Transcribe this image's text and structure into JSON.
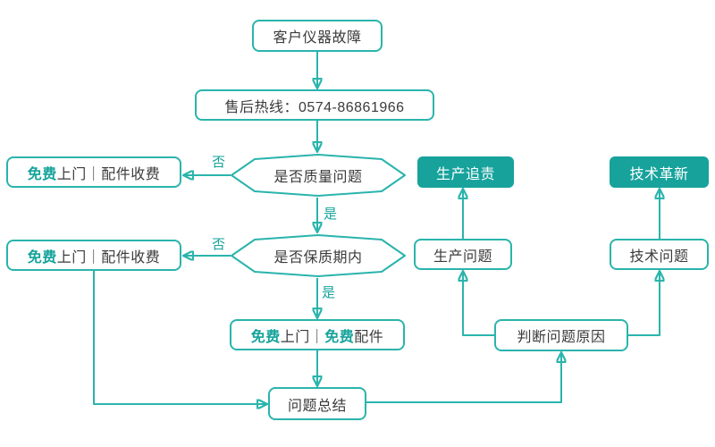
{
  "colors": {
    "line_stroke": "#2ab4ac",
    "filled_node_background": "#17a29c",
    "node_text": "#3b3b3b",
    "accent_text": "#16a39b",
    "background": "#ffffff"
  },
  "nodes": {
    "start": {
      "label": "客户仪器故障"
    },
    "hotline": {
      "label": "售后热线：0574-86861966"
    },
    "decision_quality": {
      "label": "是否质量问题"
    },
    "decision_warranty": {
      "label": "是否保质期内"
    },
    "free_visit_paid_parts_top": {
      "accent": "免费",
      "rest": "上门｜配件收费"
    },
    "free_visit_paid_parts_bottom": {
      "accent": "免费",
      "rest": "上门｜配件收费"
    },
    "free_visit_free_parts": {
      "accent_a": "免费",
      "mid": "上门｜",
      "accent_b": "免费",
      "tail": "配件"
    },
    "summary": {
      "label": "问题总结"
    },
    "judge_cause": {
      "label": "判断问题原因"
    },
    "production_problem": {
      "label": "生产问题"
    },
    "technical_problem": {
      "label": "技术问题"
    },
    "production_accountability": {
      "label": "生产追责"
    },
    "technical_innovation": {
      "label": "技术革新"
    }
  },
  "edge_labels": {
    "quality_no": "否",
    "quality_yes": "是",
    "warranty_no": "否",
    "warranty_yes": "是"
  }
}
